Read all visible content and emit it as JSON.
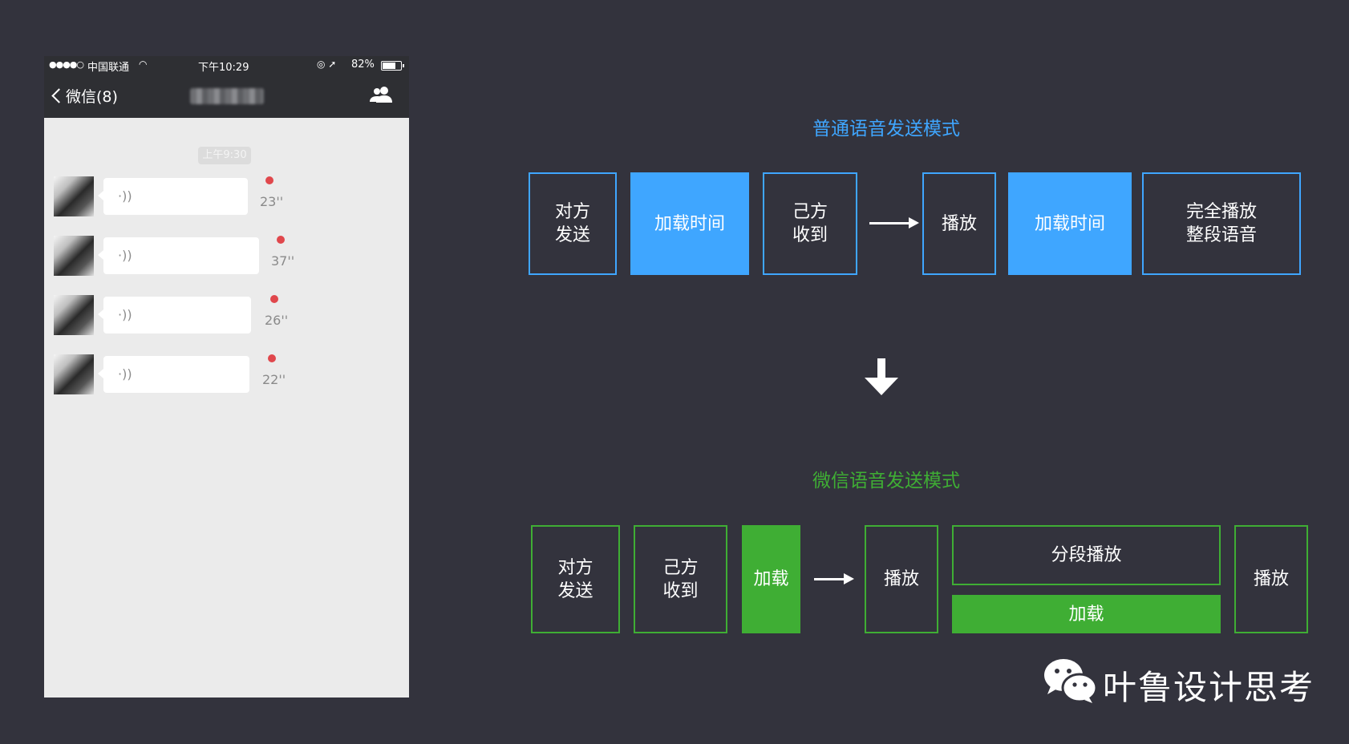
{
  "phone": {
    "status_bar": {
      "signal": "●●●●○",
      "carrier": "中国联通",
      "time": "下午10:29",
      "battery": "82%",
      "battery_level": 0.82
    },
    "nav": {
      "back_label": "微信(8)"
    },
    "timestamp": "上午9:30",
    "messages": [
      {
        "duration": "23''"
      },
      {
        "duration": "37''"
      },
      {
        "duration": "26''"
      },
      {
        "duration": "22''"
      }
    ]
  },
  "diagram": {
    "normal": {
      "title": "普通语音发送模式",
      "color": "#3fa6ff",
      "steps": [
        "对方\n发送",
        "加载时间",
        "己方\n收到",
        "播放",
        "加载时间",
        "完全播放\n整段语音"
      ]
    },
    "wechat": {
      "title": "微信语音发送模式",
      "color": "#3fae34",
      "steps": [
        "对方\n发送",
        "己方\n收到",
        "加载",
        "播放",
        "分段播放",
        "加载",
        "播放"
      ]
    }
  },
  "logo": {
    "text": "叶鲁设计思考"
  },
  "colors": {
    "background": "#33333d",
    "unread_dot": "#e0474c"
  }
}
